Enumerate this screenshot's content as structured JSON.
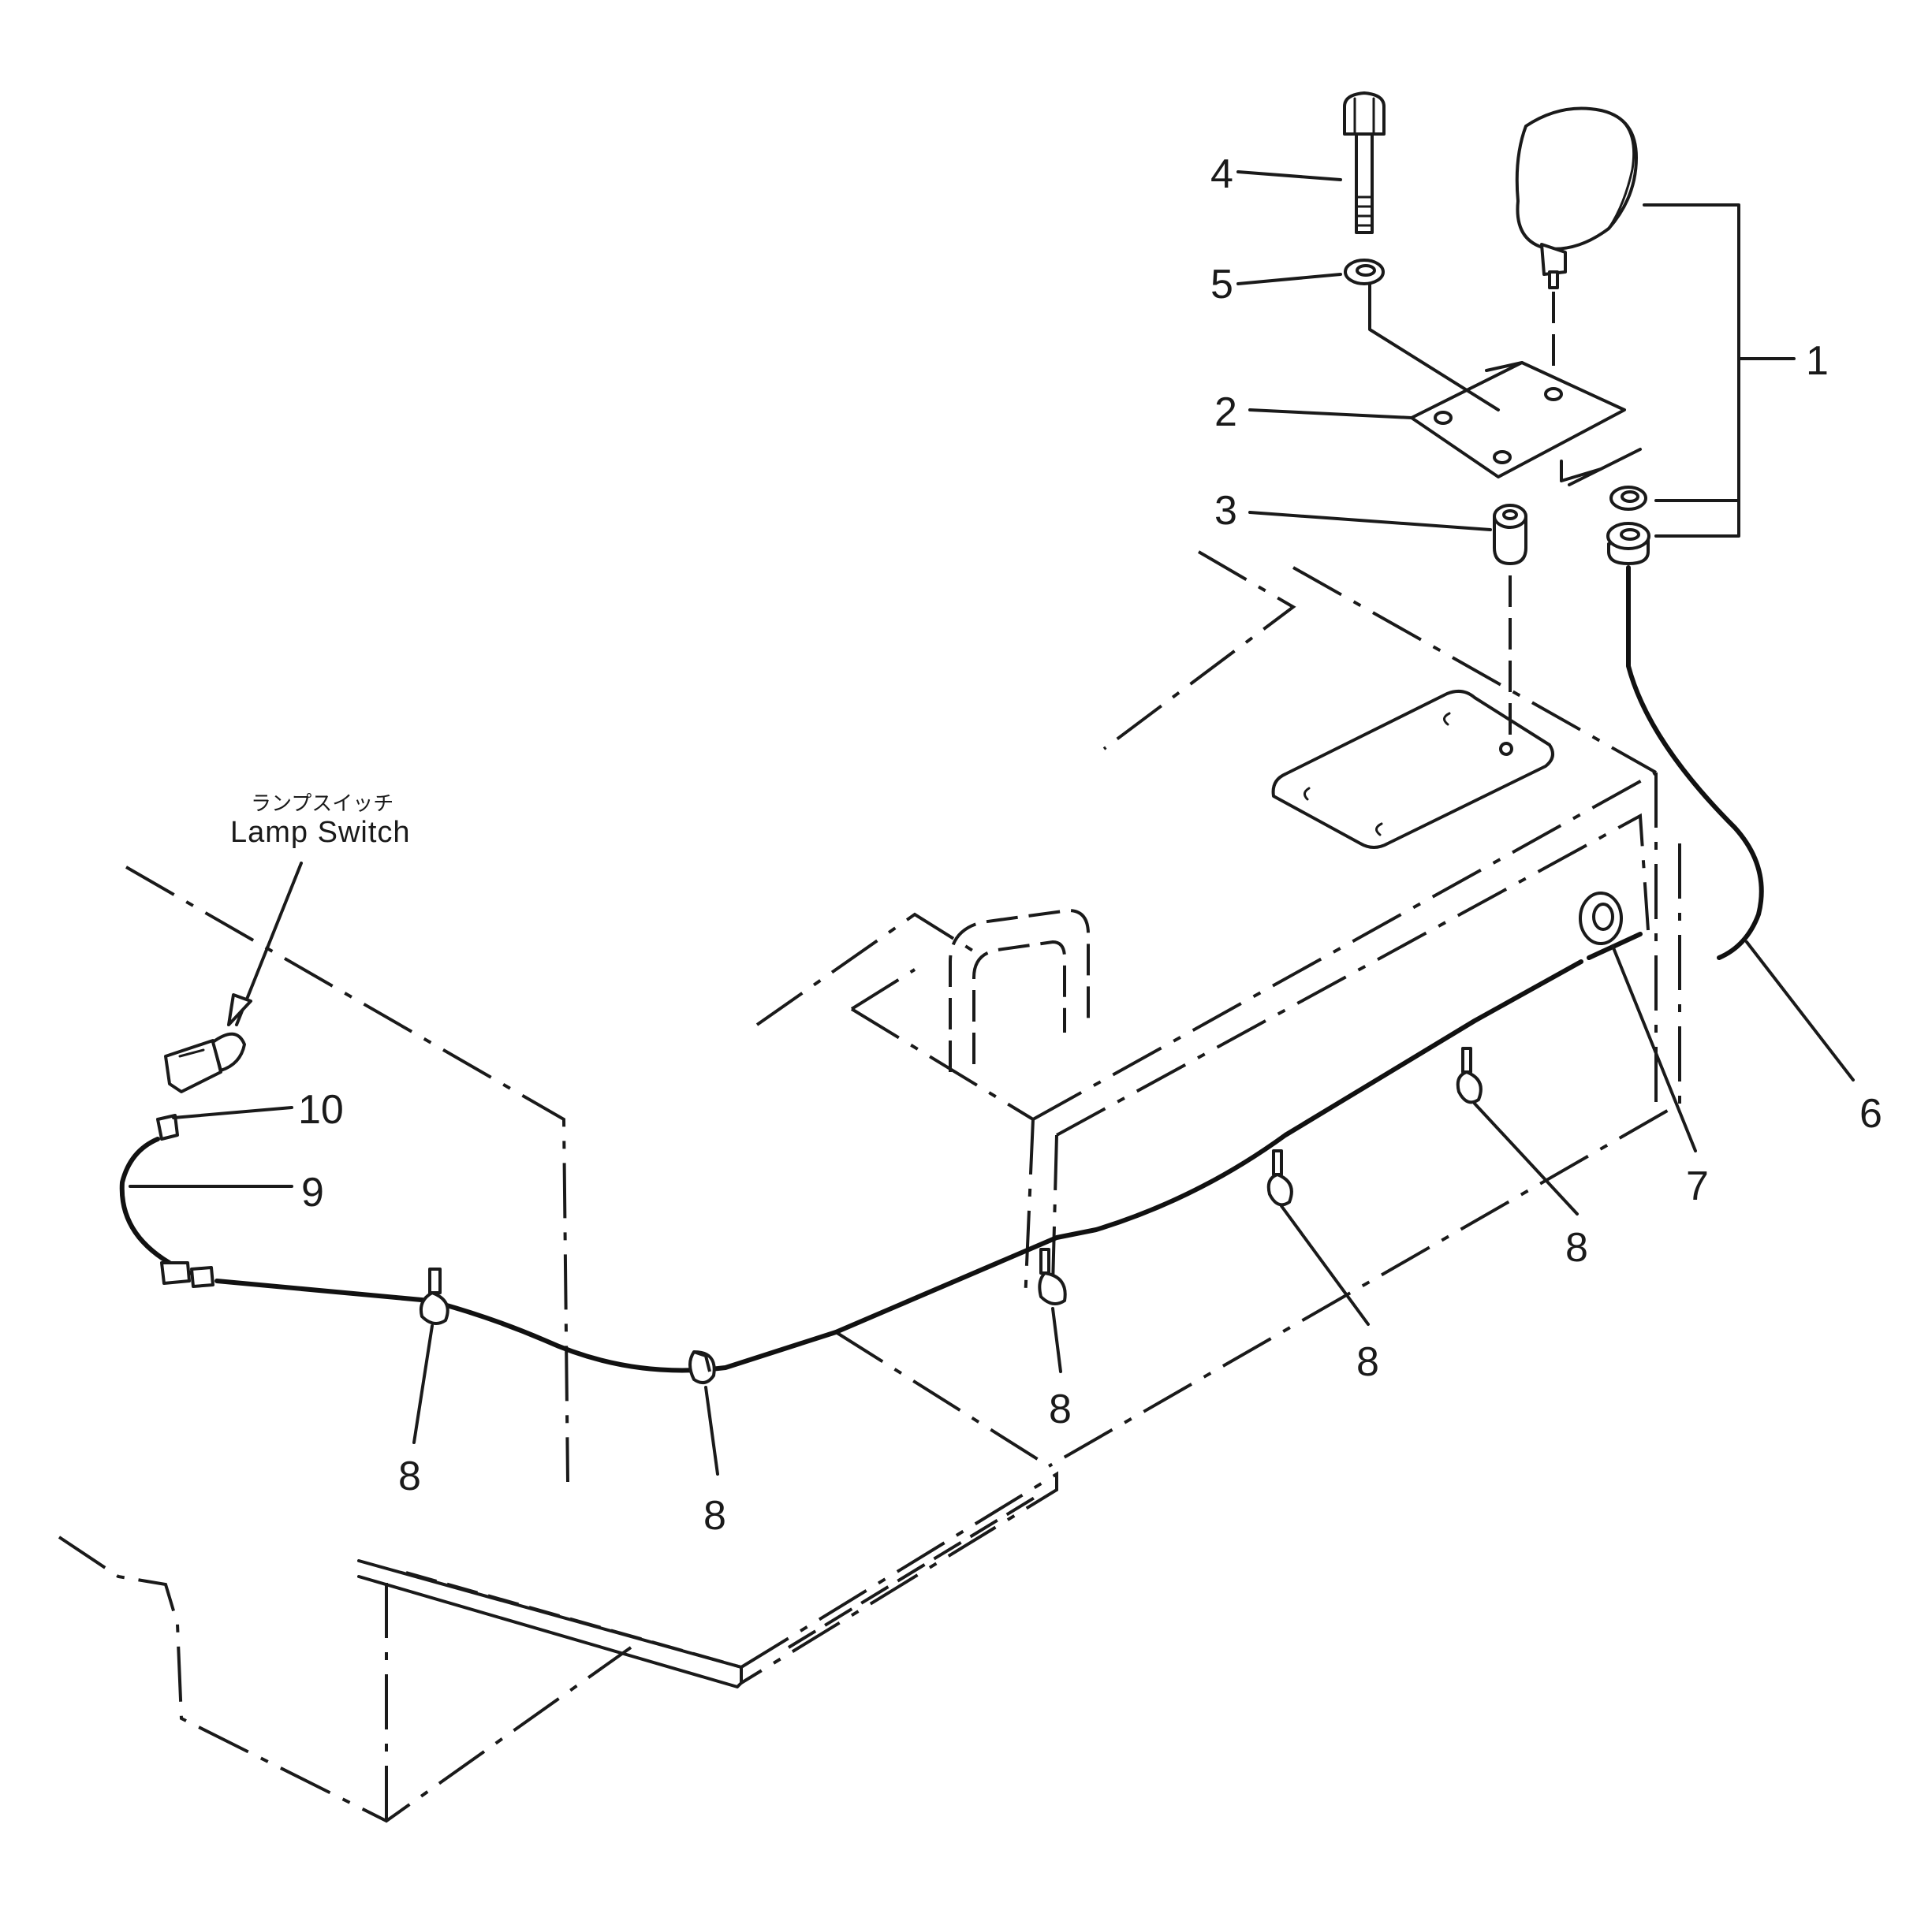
{
  "callouts": {
    "c1": "1",
    "c2": "2",
    "c3": "3",
    "c4": "4",
    "c5": "5",
    "c6": "6",
    "c7": "7",
    "c8": "8",
    "c9": "9",
    "c10": "10"
  },
  "lamp_switch": {
    "japanese": "ランプスイッチ",
    "english": "Lamp Switch"
  }
}
